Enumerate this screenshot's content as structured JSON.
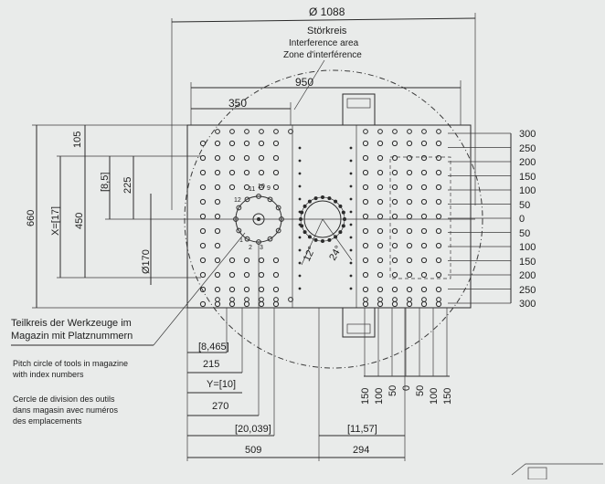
{
  "header": {
    "diameter": "Ø 1088",
    "title_de": "Störkreis",
    "title_en": "Interference area",
    "title_fr": "Zone d'interférence"
  },
  "top_dims": {
    "d950": "950",
    "d350": "350"
  },
  "left_dims": {
    "d105": "105",
    "d8_5": "[8,5]",
    "d225": "225",
    "x17": "X=[17]",
    "d450": "450",
    "d660": "660",
    "d170": "Ø170"
  },
  "right_ticks": [
    "300",
    "250",
    "200",
    "150",
    "100",
    "50",
    "0",
    "50",
    "100",
    "150",
    "200",
    "250",
    "300"
  ],
  "angles": {
    "a12": "12°",
    "a24": "24°"
  },
  "bottom_vertical_labels": [
    "150",
    "100",
    "50",
    "0",
    "50",
    "100",
    "150"
  ],
  "bottom_dims": {
    "d8_465": "[8,465]",
    "d215": "215",
    "y10": "Y=[10]",
    "d270": "270",
    "d20_039": "[20,039]",
    "d11_57": "[11,57]",
    "d509": "509",
    "d294": "294"
  },
  "legend": {
    "de_line1": "Teilkreis der Werkzeuge im",
    "de_line2": "Magazin mit Platznummern",
    "en_line1": "Pitch circle of tools in magazine",
    "en_line2": "with index numbers",
    "fr_line1": "Cercle de division des outils",
    "fr_line2": "dans magasin avec numéros",
    "fr_line3": "des emplacements"
  }
}
